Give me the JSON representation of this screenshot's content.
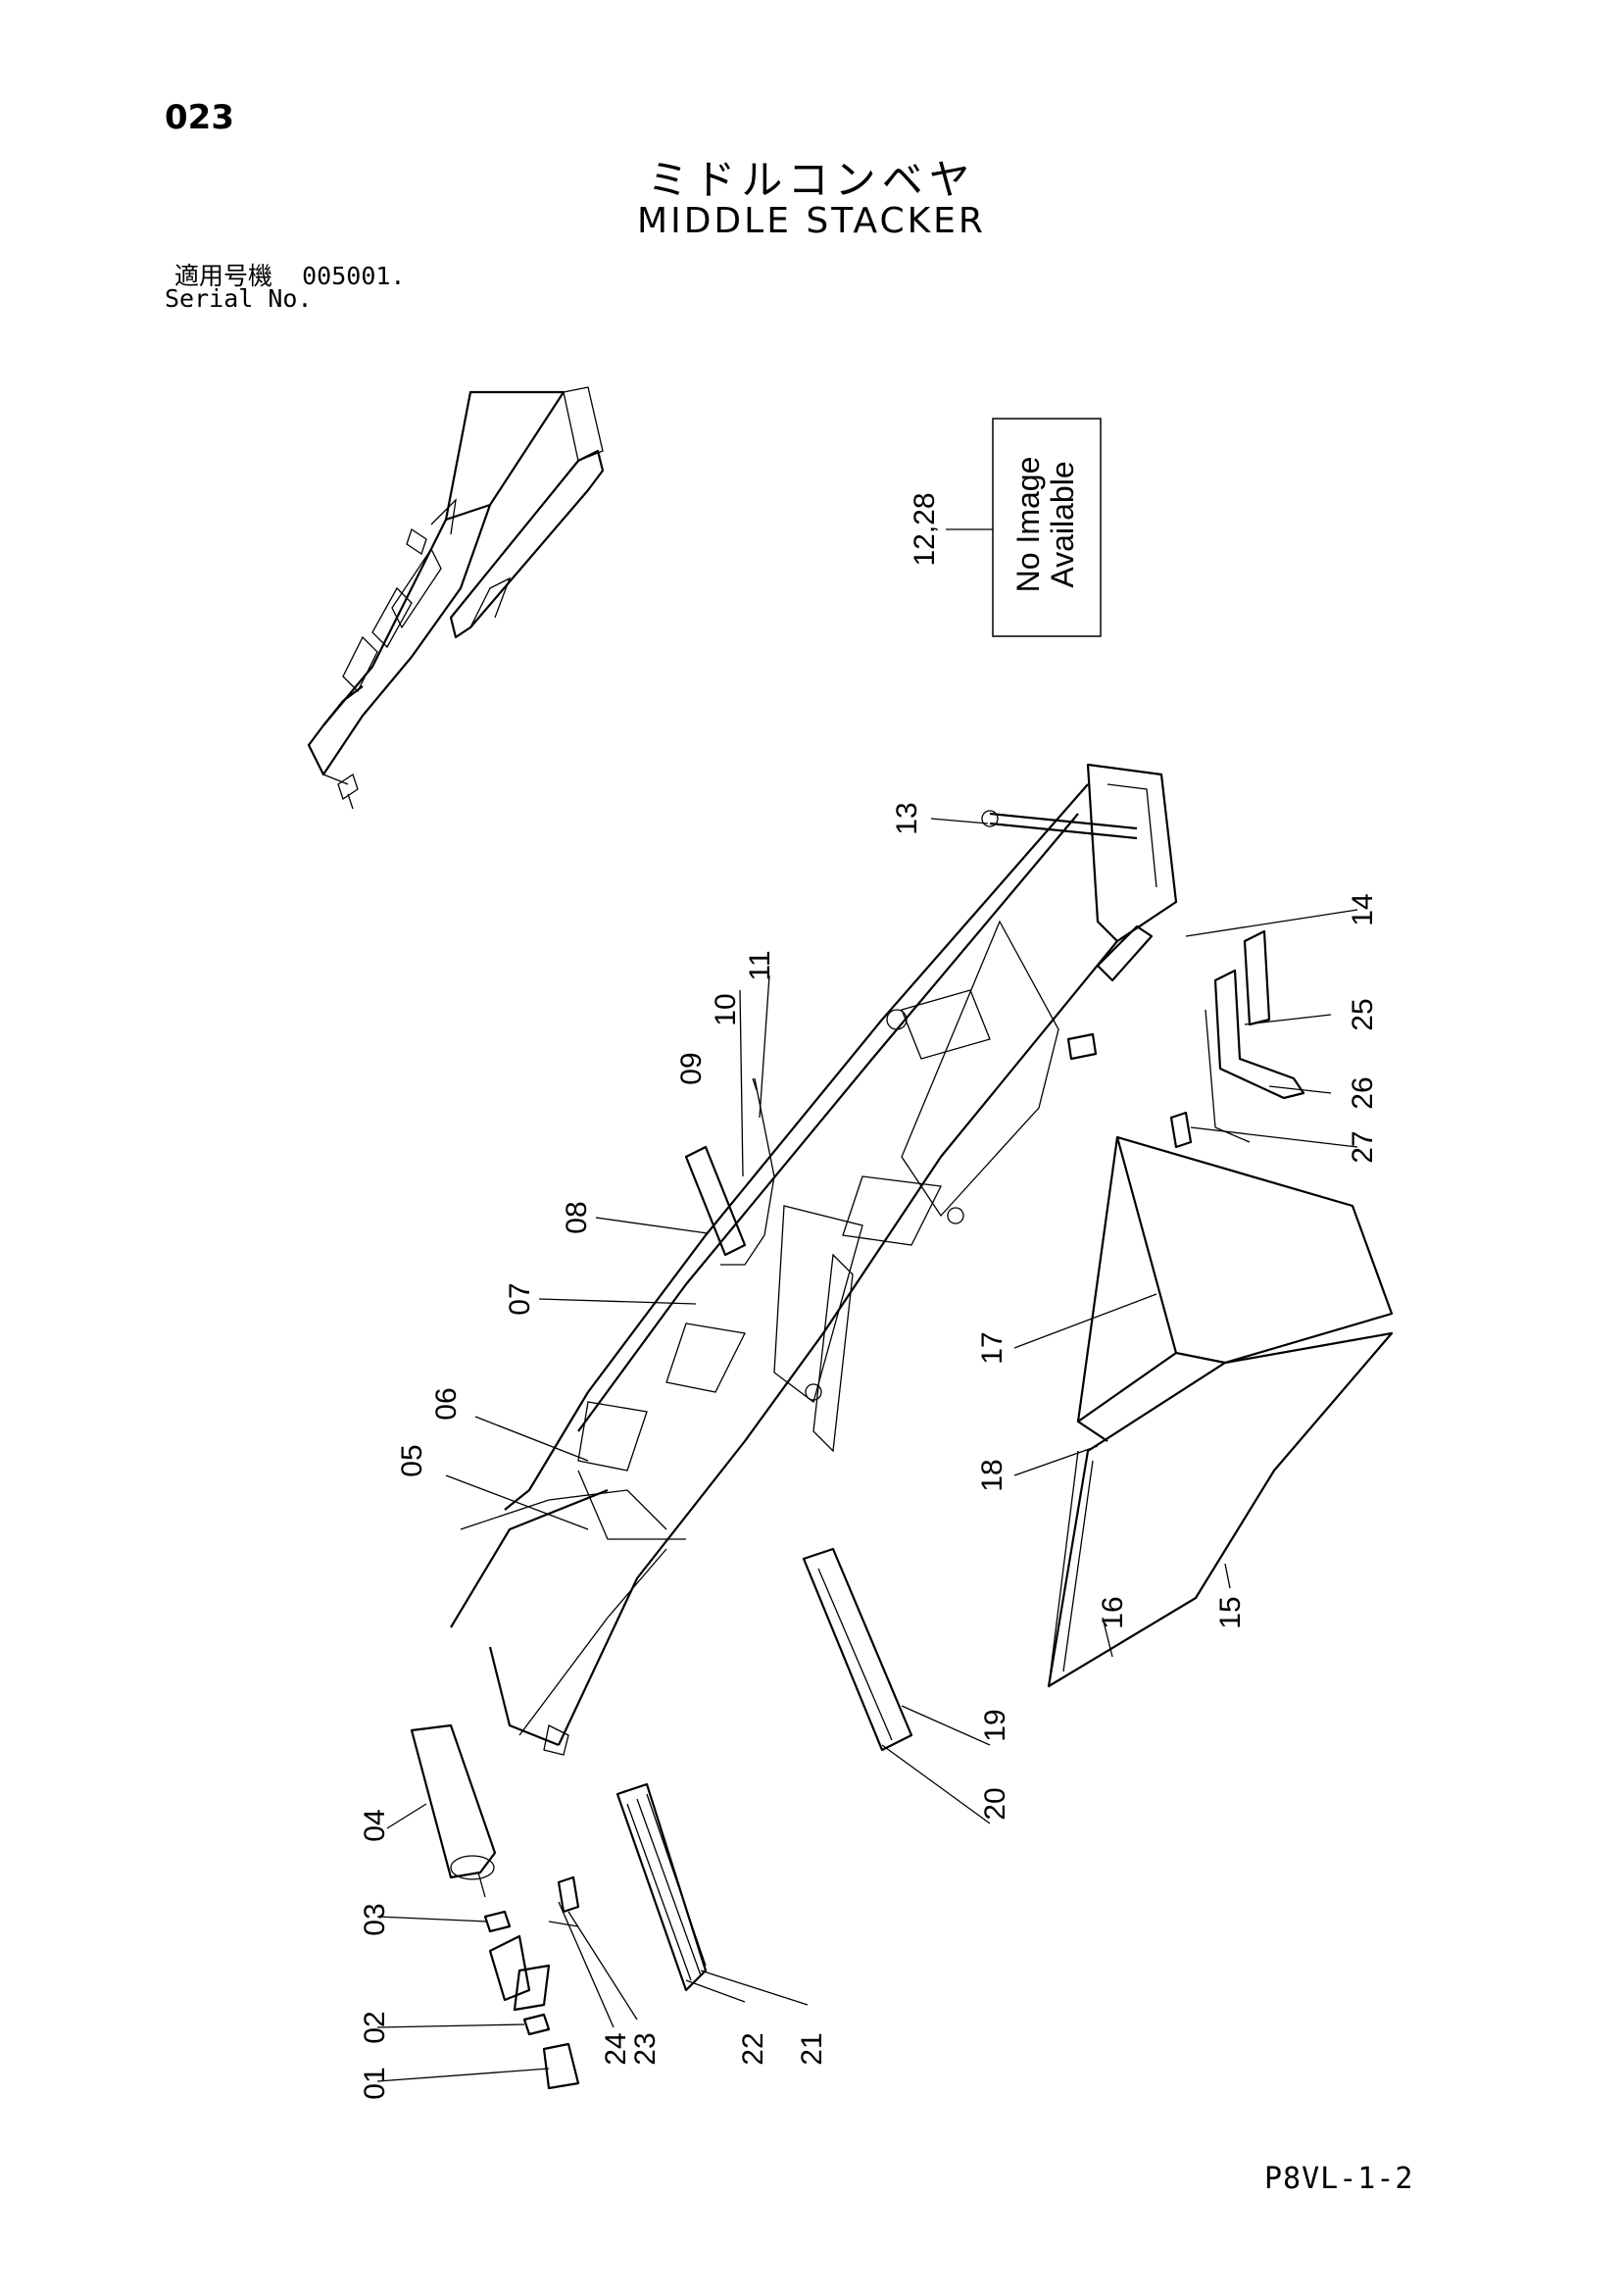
{
  "header": {
    "page_number": "023",
    "title_jp": "ミドルコンベヤ",
    "title_en": "MIDDLE STACKER",
    "serial_label_jp": "適用号機",
    "serial_value": "005001.",
    "serial_label_en": "Serial No."
  },
  "placeholder": {
    "text_line1": "No Image",
    "text_line2": "Available",
    "label": "12,28"
  },
  "parts": [
    {
      "no": "01"
    },
    {
      "no": "02"
    },
    {
      "no": "03"
    },
    {
      "no": "04"
    },
    {
      "no": "05"
    },
    {
      "no": "06"
    },
    {
      "no": "07"
    },
    {
      "no": "08"
    },
    {
      "no": "09"
    },
    {
      "no": "10"
    },
    {
      "no": "11"
    },
    {
      "no": "13"
    },
    {
      "no": "14"
    },
    {
      "no": "15"
    },
    {
      "no": "16"
    },
    {
      "no": "17"
    },
    {
      "no": "18"
    },
    {
      "no": "19"
    },
    {
      "no": "20"
    },
    {
      "no": "21"
    },
    {
      "no": "22"
    },
    {
      "no": "23"
    },
    {
      "no": "24"
    },
    {
      "no": "25"
    },
    {
      "no": "26"
    },
    {
      "no": "27"
    }
  ],
  "footer": {
    "code": "P8VL-1-2"
  }
}
